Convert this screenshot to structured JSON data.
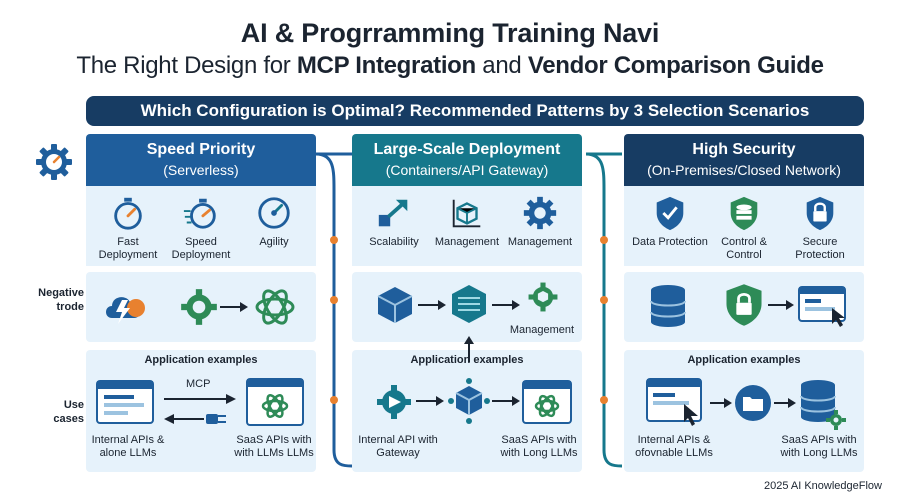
{
  "header": {
    "title": "AI & Progrramming Training Navi",
    "subtitle_pre": "The Right Design for ",
    "subtitle_bold1": "MCP Integration",
    "subtitle_mid": " and ",
    "subtitle_bold2": "Vendor Comparison Guide"
  },
  "banner": "Which Configuration is Optimal? Recommended Patterns by 3 Selection Scenarios",
  "side_labels": {
    "negative_1": "Negative",
    "negative_2": "trode",
    "use_1": "Use",
    "use_2": "cases"
  },
  "columns": [
    {
      "title": "Speed Priority",
      "subtitle": "(Serverless)",
      "color": "#1f5e9c",
      "features": [
        "Fast Deployment",
        "Speed Deployment",
        "Agility"
      ],
      "app_title": "Application examples",
      "app_left": "Internal APIs & alone LLMs",
      "app_right": "SaaS APIs with with LLMs LLMs",
      "app_mid": "MCP"
    },
    {
      "title": "Large-Scale Deployment",
      "subtitle": "(Containers/API Gateway)",
      "color": "#16788c",
      "features": [
        "Scalability",
        "Management",
        "Management"
      ],
      "mid_label": "Management",
      "app_title": "Application examples",
      "app_left": "Internal API with Gateway",
      "app_right": "SaaS APIs with with Long LLMs"
    },
    {
      "title": "High Security",
      "subtitle": "(On-Premises/Closed Network)",
      "color": "#173c63",
      "features": [
        "Data Protection",
        "Control & Control",
        "Secure Protection"
      ],
      "app_title": "Application examples",
      "app_left": "Internal APIs & ofovnable LLMs",
      "app_right": "SaaS APIs with with Long LLMs"
    }
  ],
  "footer": "2025 AI KnowledgeFlow",
  "colors": {
    "navy": "#173c63",
    "blue": "#1f5e9c",
    "teal": "#16788c",
    "green": "#2e8b57",
    "orange": "#e8812f",
    "panel": "#e6f2fb"
  },
  "icons": [
    "gear-icon",
    "stopwatch-icon",
    "gauge-icon",
    "arrow-up-icon",
    "cube-icon",
    "shield-icon",
    "lock-icon",
    "database-icon",
    "window-icon",
    "ai-knot-icon",
    "gateway-icon",
    "folder-icon",
    "plug-icon",
    "bolt-cloud-icon"
  ]
}
